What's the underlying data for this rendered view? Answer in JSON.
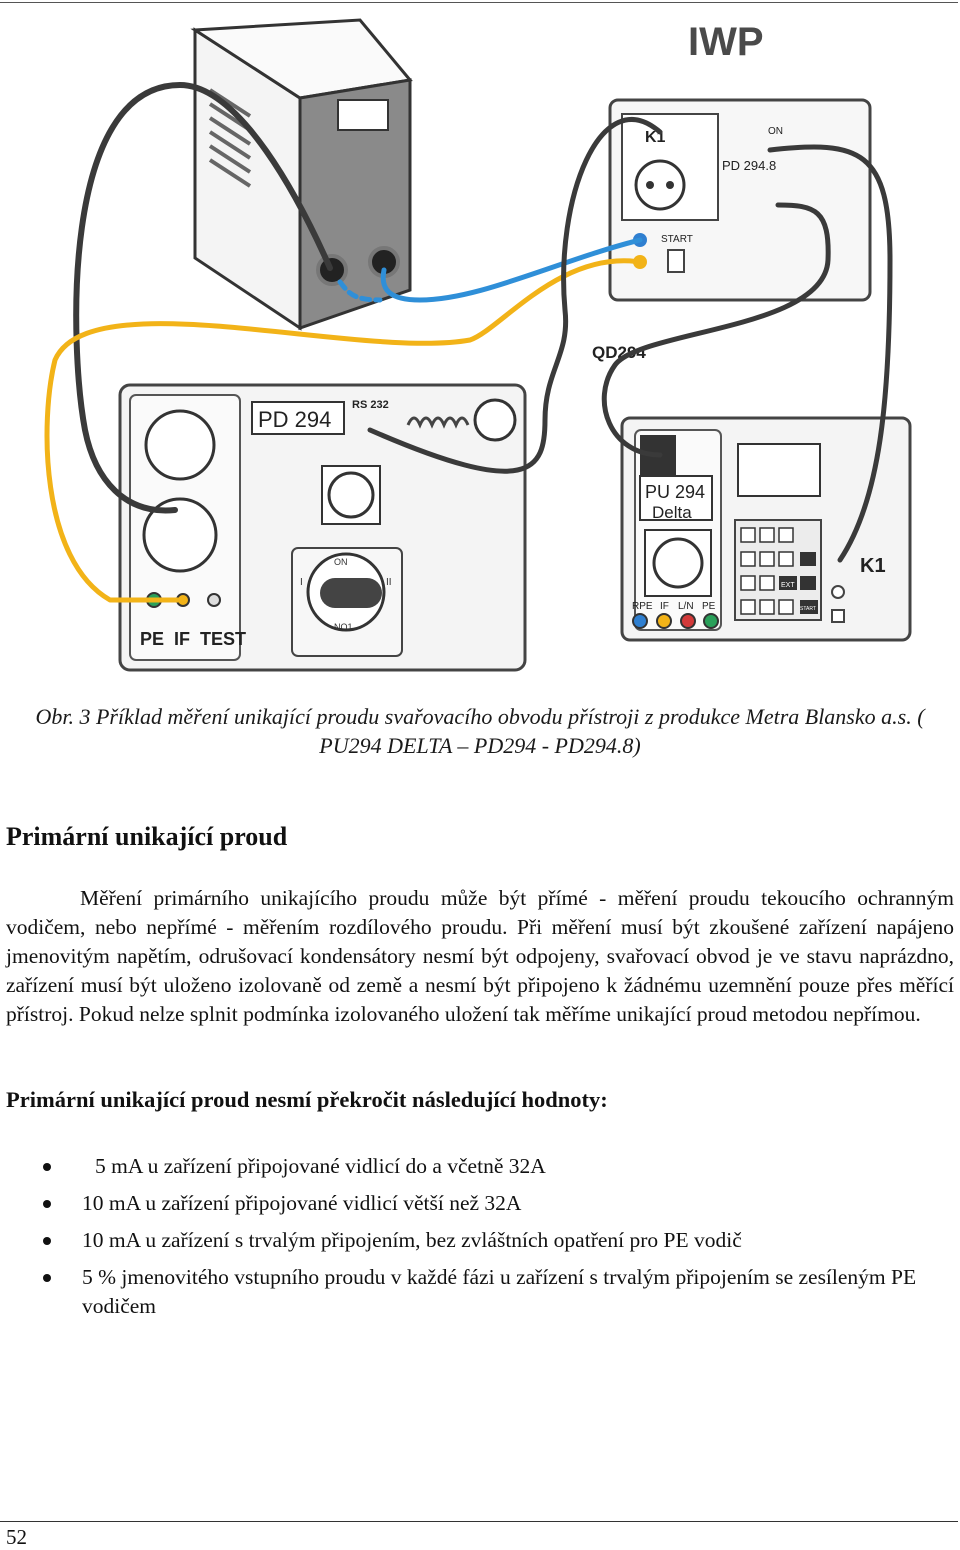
{
  "figure": {
    "logo": "IWP",
    "welder_label": "",
    "adapter": {
      "socket_label": "K1",
      "model": "PD 294.8",
      "on_label": "ON",
      "start_label": "START"
    },
    "cable_label": "QD294",
    "pd294": {
      "model": "PD 294",
      "port_label": "RS 232",
      "terminals_label": "PE  IF  TEST",
      "switch_on": "ON",
      "switch_off": "NO1",
      "switch_pos1": "I",
      "switch_pos2": "II"
    },
    "pu294": {
      "model_line1": "PU 294",
      "model_line2": "Delta",
      "terminals": [
        "RPE",
        "IF",
        "L/N",
        "PE"
      ],
      "ext_label": "EXT",
      "start_label": "START",
      "probe_label": "K1"
    },
    "colors": {
      "cable_dark": "#3a3a3a",
      "cable_blue": "#2f8fd8",
      "cable_yellow": "#f2b318",
      "terminal_green": "#2aa05a",
      "terminal_red": "#d33a3a",
      "terminal_blue": "#2f7fd0"
    }
  },
  "caption": "Obr. 3 Příklad měření unikající proudu svařovacího obvodu přístroji z produkce Metra Blansko a.s. ( PU294 DELTA – PD294 - PD294.8)",
  "heading": "Primární unikající proud",
  "paragraph": "Měření primárního unikajícího proudu může být přímé - měření proudu tekoucího ochranným vodičem, nebo nepřímé - měřením rozdílového proudu. Při měření musí být zkoušené zařízení napájeno jmenovitým napětím, odrušovací kondensátory nesmí být odpojeny, svařovací obvod je ve stavu naprázdno, zařízení musí být uloženo izolovaně od země a nesmí být připojeno k žádnému uzemnění pouze přes měřící přístroj. Pokud nelze splnit podmínka izolovaného uložení tak měříme unikající proud metodou nepřímou.",
  "subheading": "Primární unikající proud nesmí překročit následující hodnoty:",
  "bullets": [
    "5 mA  u zařízení připojované vidlicí do a včetně 32A",
    "10 mA  u zařízení připojované vidlicí větší než 32A",
    "10 mA  u zařízení s trvalým připojením, bez zvláštních opatření pro PE vodič",
    "5 % jmenovitého vstupního proudu v každé fázi u zařízení s trvalým připojením se zesíleným PE vodičem"
  ],
  "page_number": "52"
}
